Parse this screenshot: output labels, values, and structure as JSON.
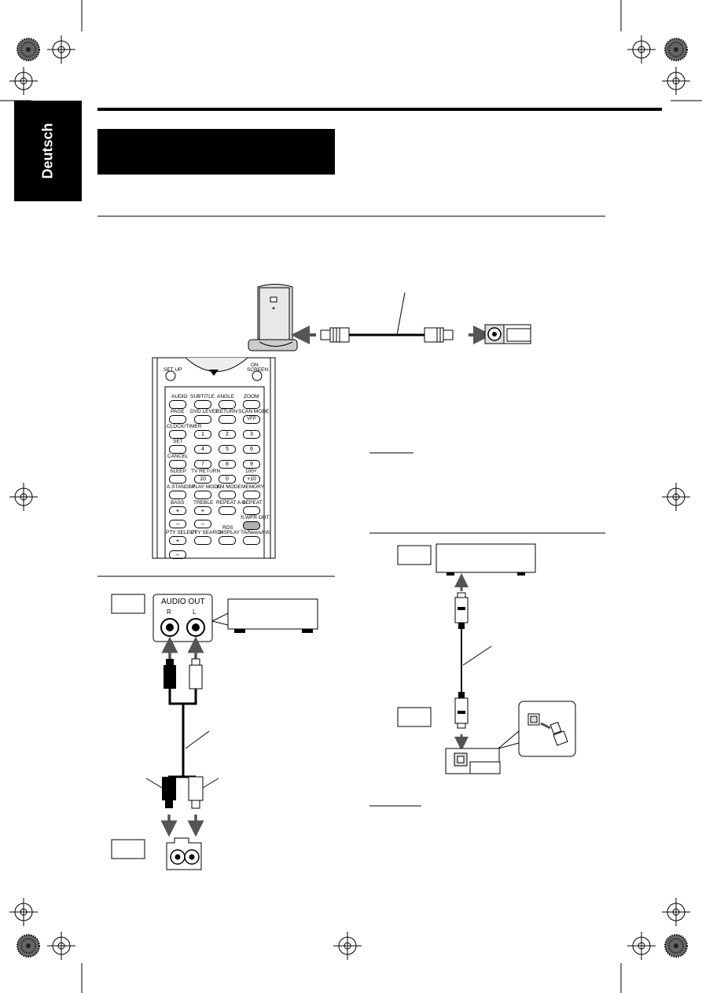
{
  "page": {
    "language_tab": "Deutsch"
  },
  "remote": {
    "top": {
      "setup": "SET UP",
      "on_screen_1": "ON",
      "on_screen_2": "SCREEN"
    },
    "row1": [
      "AUDIO",
      "SUBTITLE",
      "ANGLE",
      "ZOOM"
    ],
    "row2": [
      "PAGE",
      "DVD LEVEL",
      "RETURN",
      "SCAN MODE"
    ],
    "vfp": "VFP",
    "clock_timer": "CLOCK/TIMER",
    "set": "SET",
    "cancel": "CANCEL",
    "sleep": "SLEEP",
    "tv_return": "TV RETURN",
    "hundred_plus": "100+",
    "digits": [
      "1",
      "2",
      "3",
      "4",
      "5",
      "6",
      "7",
      "8",
      "9",
      "10",
      "0",
      "+10"
    ],
    "row_modes": [
      "A.STANDBY",
      "PLAY MODE",
      "FM MODE",
      "MEMORY"
    ],
    "bass": "BASS",
    "treble": "TREBLE",
    "repeat_ab": "REPEAT A-B",
    "repeat": "REPEAT",
    "swfr_out": "S.WFR OUT",
    "pty_select": "PTY SELECT",
    "pty_search": "PTY SEARCH",
    "rds": "RDS",
    "display": "DISPLAY",
    "ta_news_info": "TA/News/Info",
    "plus": "+",
    "minus": "–"
  },
  "audio_out": {
    "title": "AUDIO OUT",
    "r": "R",
    "l": "L"
  },
  "colors": {
    "tab_bg": "#000000",
    "swfr_button": "#b0b0b0",
    "arrow": "#555555"
  }
}
